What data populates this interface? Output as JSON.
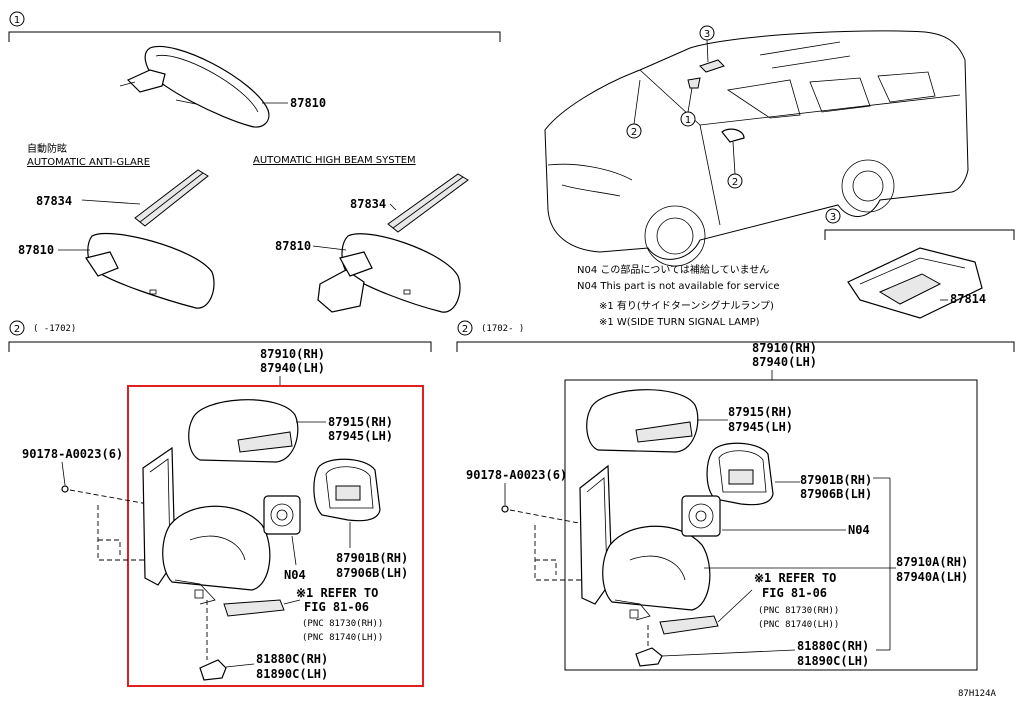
{
  "diagram": {
    "id_code": "87H124A",
    "sections": {
      "s1": {
        "num": "1"
      },
      "s2a": {
        "num": "2",
        "range": "(     -1702)"
      },
      "s2b": {
        "num": "2",
        "range": "(1702-     )"
      },
      "s3": {
        "num": "3"
      }
    },
    "car_callouts": [
      "3",
      "1",
      "2",
      "2"
    ],
    "inner_mirror": {
      "part_top": "87810",
      "jp_label": "自動防眩",
      "anti_glare_label": "AUTOMATIC ANTI-GLARE",
      "high_beam_label": "AUTOMATIC HIGH BEAM SYSTEM",
      "left_cover": "87834",
      "left_mirror": "87810",
      "right_cover": "87834",
      "right_mirror": "87810"
    },
    "sensor_part": "87814",
    "notes": {
      "n04_jp": "N04 この部品については補給していません",
      "n04_en": "N04 This part is not available for service",
      "star_jp": "※1 有り(サイドターンシグナルランプ)",
      "star_en": "※1 W(SIDE TURN SIGNAL LAMP)"
    },
    "left_assy": {
      "assy_rh": "87910(RH)",
      "assy_lh": "87940(LH)",
      "screw": "90178-A0023(6)",
      "cover_rh": "87915(RH)",
      "cover_lh": "87945(LH)",
      "n04": "N04",
      "glass_rh": "87901B(RH)",
      "glass_lh": "87906B(LH)",
      "refer1": "※1 REFER TO",
      "refer2": "FIG 81-06",
      "pnc1": "(PNC 81730(RH))",
      "pnc2": "(PNC 81740(LH))",
      "lamp_rh": "81880C(RH)",
      "lamp_lh": "81890C(LH)"
    },
    "right_assy": {
      "assy_rh": "87910(RH)",
      "assy_lh": "87940(LH)",
      "screw": "90178-A0023(6)",
      "cover_rh": "87915(RH)",
      "cover_lh": "87945(LH)",
      "glass_rh": "87901B(RH)",
      "glass_lh": "87906B(LH)",
      "n04": "N04",
      "sub_rh": "87910A(RH)",
      "sub_lh": "87940A(LH)",
      "refer1": "※1 REFER TO",
      "refer2": "FIG 81-06",
      "pnc1": "(PNC 81730(RH))",
      "pnc2": "(PNC 81740(LH))",
      "lamp_rh": "81880C(RH)",
      "lamp_lh": "81890C(LH)"
    },
    "colors": {
      "highlight": "#e02020",
      "ink": "#000000"
    }
  }
}
